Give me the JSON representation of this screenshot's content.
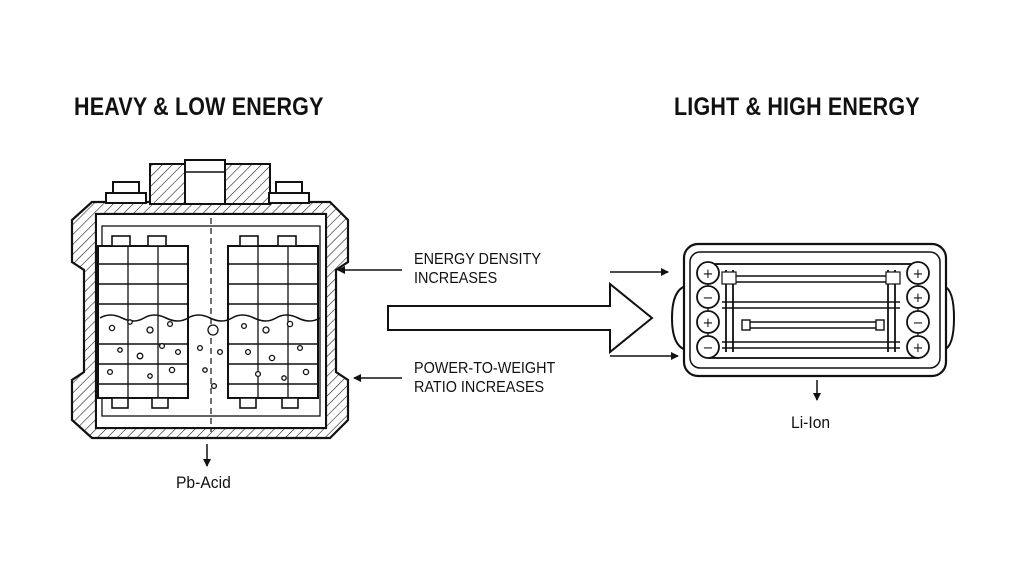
{
  "headings": {
    "left": "HEAVY & LOW ENERGY",
    "right": "LIGHT & HIGH ENERGY"
  },
  "annotations": {
    "energy_density_line1": "ENERGY DENSITY",
    "energy_density_line2": "INCREASES",
    "power_weight_line1": "POWER-TO-WEIGHT",
    "power_weight_line2": "RATIO INCREASES"
  },
  "captions": {
    "left_battery": "Pb-Acid",
    "right_battery": "Li-Ion"
  },
  "cell_terminal_symbols": {
    "left_column": [
      "+",
      "−",
      "+",
      "−"
    ],
    "right_column": [
      "+",
      "+",
      "−",
      "+"
    ]
  }
}
